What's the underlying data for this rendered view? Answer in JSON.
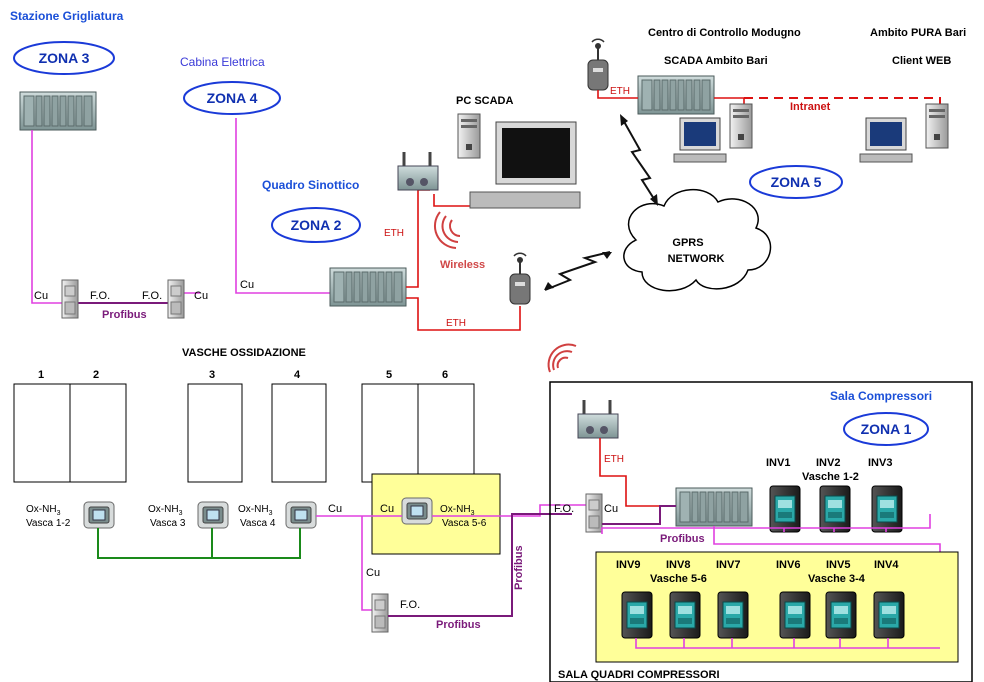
{
  "labels": {
    "stazione_grigliatura": "Stazione Grigliatura",
    "cabina_elettrica": "Cabina Elettrica",
    "quadro_sinottico": "Quadro Sinottico",
    "pc_scada": "PC SCADA",
    "centro_controllo": "Centro di Controllo Modugno",
    "scada_ambito": "SCADA Ambito Bari",
    "ambito_pura": "Ambito PURA Bari",
    "client_web": "Client WEB",
    "intranet": "Intranet",
    "gprs_line1": "GPRS",
    "gprs_line2": "NETWORK",
    "wireless": "Wireless",
    "vasche_ossidazione": "VASCHE OSSIDAZIONE",
    "sala_compressori": "Sala Compressori",
    "sala_quadri": "SALA QUADRI COMPRESSORI",
    "profibus": "Profibus",
    "cu": "Cu",
    "fo": "F.O.",
    "eth": "ETH",
    "vasche_1_2": "Vasche 1-2",
    "vasche_5_6": "Vasche 5-6",
    "vasche_3_4": "Vasche 3-4"
  },
  "zones": {
    "z1": "ZONA 1",
    "z2": "ZONA 2",
    "z3": "ZONA 3",
    "z4": "ZONA 4",
    "z5": "ZONA 5"
  },
  "tanks": {
    "t1": "1",
    "t2": "2",
    "t3": "3",
    "t4": "4",
    "t5": "5",
    "t6": "6"
  },
  "sensors": {
    "s12_a": "Ox-NH",
    "s12_sub": "3",
    "s12_b": "Vasca 1-2",
    "s3_a": "Ox-NH",
    "s3_sub": "3",
    "s3_b": "Vasca 3",
    "s4_a": "Ox-NH",
    "s4_sub": "3",
    "s4_b": "Vasca 4",
    "s56_a": "Ox-NH",
    "s56_sub": "3",
    "s56_b": "Vasca 5-6"
  },
  "inverters": {
    "inv1": "INV1",
    "inv2": "INV2",
    "inv3": "INV3",
    "inv4": "INV4",
    "inv5": "INV5",
    "inv6": "INV6",
    "inv7": "INV7",
    "inv8": "INV8",
    "inv9": "INV9"
  },
  "colors": {
    "cu_line": "#e040e0",
    "profibus_line": "#7a1a7a",
    "eth_line": "#dd1111",
    "green_bus": "#1a8a1a",
    "zone_ellipse": "#1a3ad8",
    "yellow_box": "#ffff99"
  }
}
